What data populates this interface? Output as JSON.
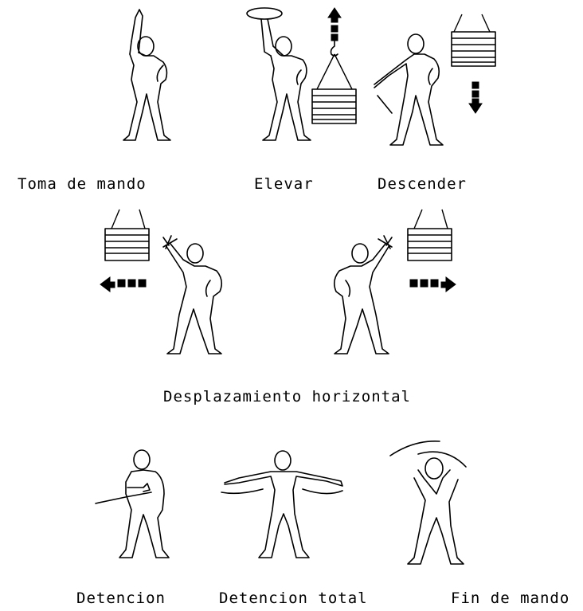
{
  "labels": {
    "toma_de_mando": "Toma de mando",
    "elevar": "Elevar",
    "descender": "Descender",
    "desplazamiento_horizontal": "Desplazamiento horizontal",
    "detencion": "Detencion",
    "detencion_total": "Detencion total",
    "fin_de_mando": "Fin de mando"
  }
}
